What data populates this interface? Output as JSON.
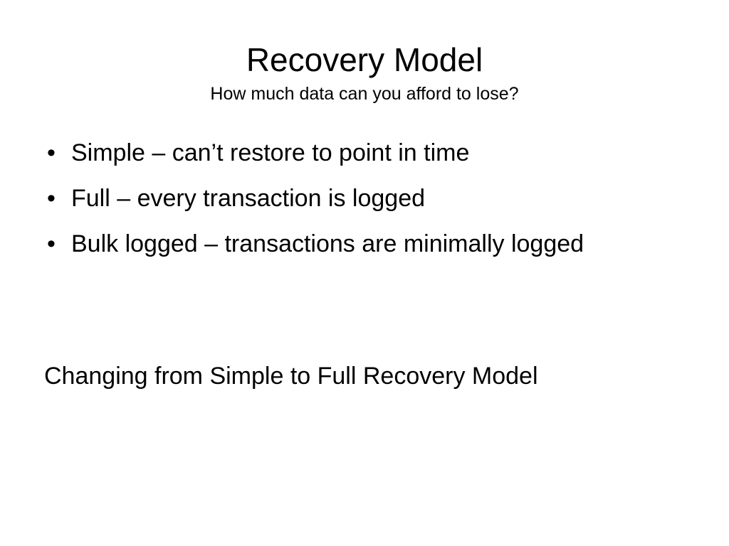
{
  "slide": {
    "title": "Recovery Model",
    "subtitle": "How much data can you afford to lose?",
    "bullets": [
      {
        "text": "Simple – can’t restore to point in time"
      },
      {
        "text": "Full – every transaction is logged"
      },
      {
        "text": "Bulk logged – transactions are minimally logged"
      }
    ],
    "bullet_glyph": "•",
    "footer_text": "Changing from Simple to Full Recovery Model"
  }
}
